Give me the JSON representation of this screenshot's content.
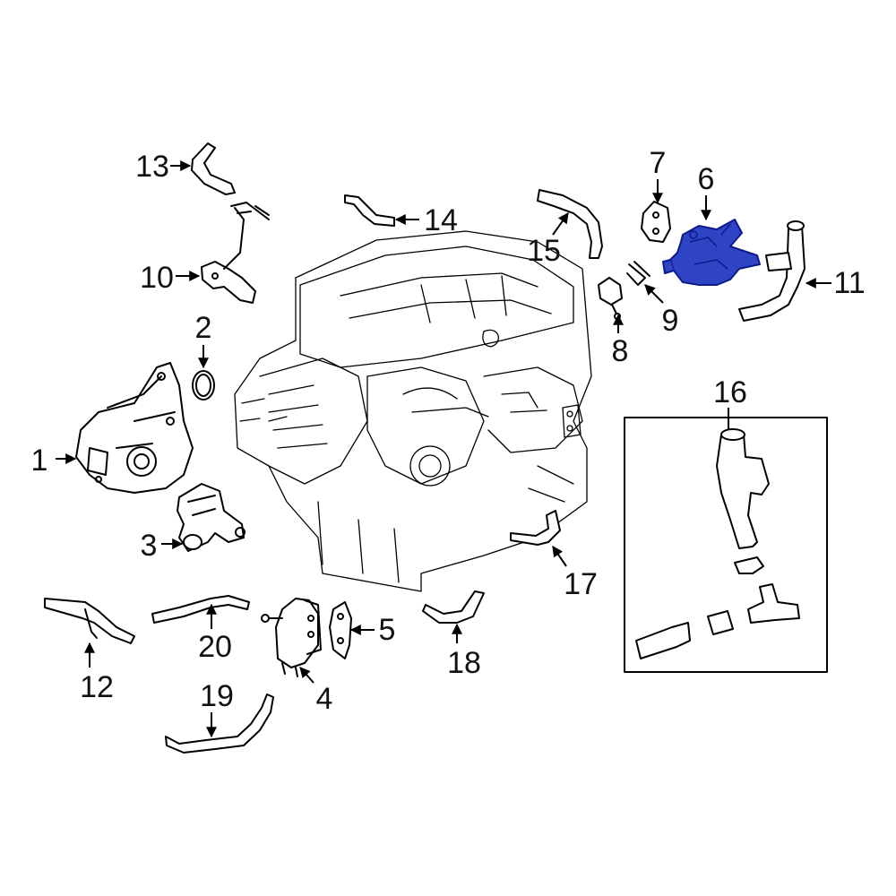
{
  "colors": {
    "highlight": "#2f44c4",
    "highlight_dark": "#0c1a8a",
    "line": "#000000",
    "background": "#ffffff"
  },
  "highlighted_part": "6",
  "callouts": {
    "c1": "1",
    "c2": "2",
    "c3": "3",
    "c4": "4",
    "c5": "5",
    "c6": "6",
    "c7": "7",
    "c8": "8",
    "c9": "9",
    "c10": "10",
    "c11": "11",
    "c12": "12",
    "c13": "13",
    "c14": "14",
    "c15": "15",
    "c16": "16",
    "c17": "17",
    "c18": "18",
    "c19": "19",
    "c20": "20"
  }
}
